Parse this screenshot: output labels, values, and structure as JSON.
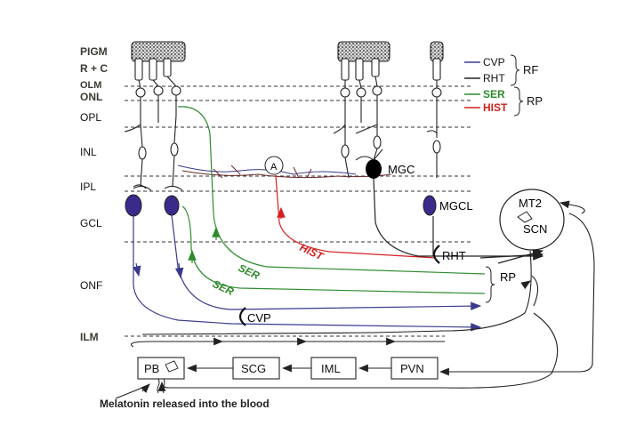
{
  "layers": {
    "pigm": "PIGM",
    "rc": "R + C",
    "olm": "OLM",
    "onl": "ONL",
    "opl": "OPL",
    "inl": "INL",
    "ipl": "IPL",
    "gcl": "GCL",
    "onf": "ONF",
    "ilm": "ILM"
  },
  "legend": {
    "cvp": "CVP",
    "rht": "RHT",
    "ser": "SER",
    "hist": "HIST",
    "rf": "RF",
    "rp": "RP"
  },
  "labels": {
    "a": "A",
    "mgc": "MGC",
    "mgcl": "MGCL",
    "mt2": "MT2",
    "scn": "SCN",
    "rht": "RHT",
    "rp": "RP",
    "hist": "HIST",
    "ser1": "SER",
    "ser2": "SER",
    "cvp": "CVP"
  },
  "boxes": {
    "pb": "PB",
    "scg": "SCG",
    "iml": "IML",
    "pvn": "PVN"
  },
  "caption": "Melatonin released into the blood",
  "colors": {
    "cvp": "#3a3a8c",
    "rht": "#222222",
    "ser": "#2e8b2e",
    "hist": "#d42020",
    "ganglion": "#3a2a8a",
    "mgc": "#000000"
  }
}
